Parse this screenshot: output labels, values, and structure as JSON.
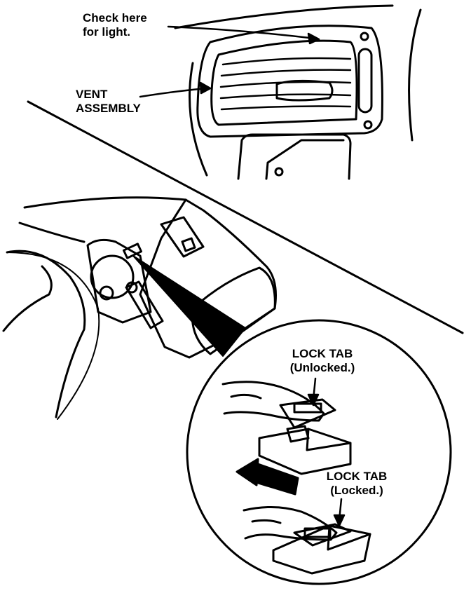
{
  "labels": {
    "light_check_1": "Check here",
    "light_check_2": "for light.",
    "vent_1": "VENT",
    "vent_2": "ASSEMBLY",
    "lock_unlocked_1": "LOCK TAB",
    "lock_unlocked_2": "(Unlocked.)",
    "lock_locked_1": "LOCK TAB",
    "lock_locked_2": "(Locked.)"
  },
  "colors": {
    "ink": "#000000",
    "paper": "#ffffff"
  }
}
